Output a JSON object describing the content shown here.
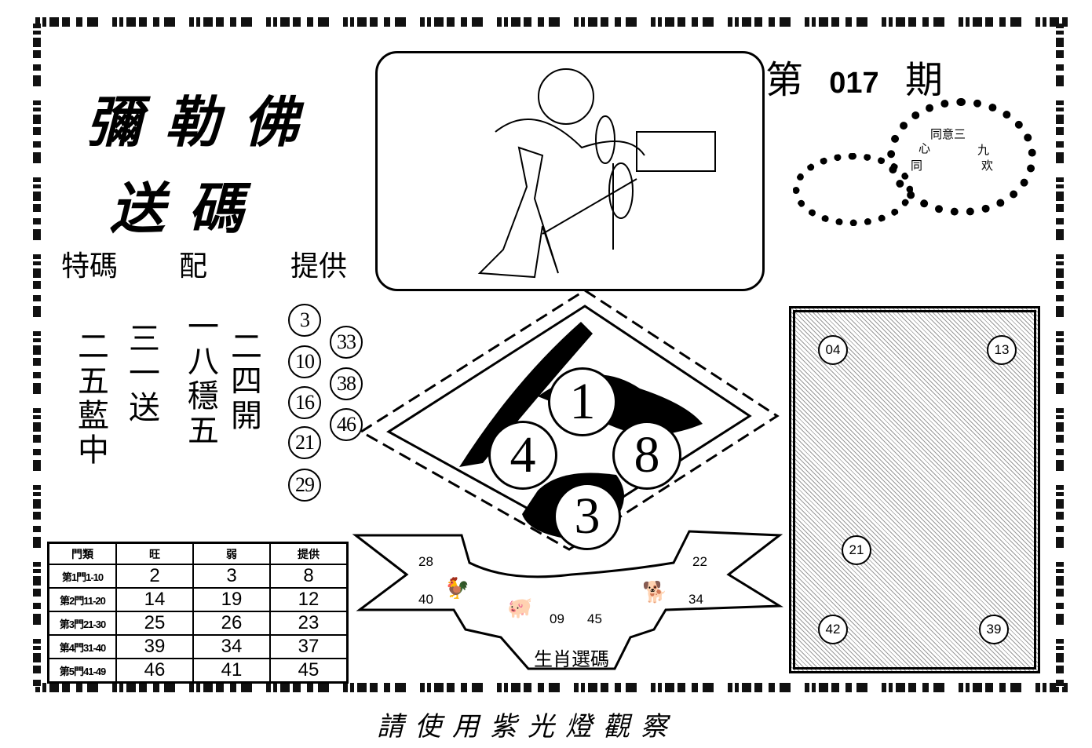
{
  "header": {
    "title_calligraphy": "彌勒佛",
    "subtitle_calligraphy": "送碼",
    "provider_line": [
      "特碼",
      "配",
      "提供"
    ],
    "issue_prefix": "第",
    "issue_number": "017",
    "issue_suffix": "期"
  },
  "beads": {
    "text": [
      "三",
      "意",
      "同",
      "心",
      "九",
      "欢",
      "同"
    ]
  },
  "hints": {
    "columns": [
      "二五藍中",
      "三一送",
      "一八穩五",
      "二四開"
    ]
  },
  "circled_numbers": {
    "col1": [
      "3",
      "10",
      "16",
      "21",
      "29"
    ],
    "col2": [
      "33",
      "38",
      "46"
    ]
  },
  "diamond": {
    "numbers": [
      "1",
      "4",
      "8",
      "3"
    ]
  },
  "zodiac": {
    "left": [
      "28",
      "40"
    ],
    "center": [
      "09",
      "45"
    ],
    "right": [
      "22",
      "34"
    ],
    "label": "生肖選碼"
  },
  "picture_numbers": [
    "04",
    "13",
    "21",
    "42",
    "39"
  ],
  "table": {
    "headers": [
      "門類",
      "旺",
      "弱",
      "提供"
    ],
    "rows": [
      {
        "label": "第1門1-10",
        "values": [
          "2",
          "3",
          "8"
        ]
      },
      {
        "label": "第2門11-20",
        "values": [
          "14",
          "19",
          "12"
        ]
      },
      {
        "label": "第3門21-30",
        "values": [
          "25",
          "26",
          "23"
        ]
      },
      {
        "label": "第4門31-40",
        "values": [
          "39",
          "34",
          "37"
        ]
      },
      {
        "label": "第5門41-49",
        "values": [
          "46",
          "41",
          "45"
        ]
      }
    ]
  },
  "footer": "請使用紫光燈觀察"
}
